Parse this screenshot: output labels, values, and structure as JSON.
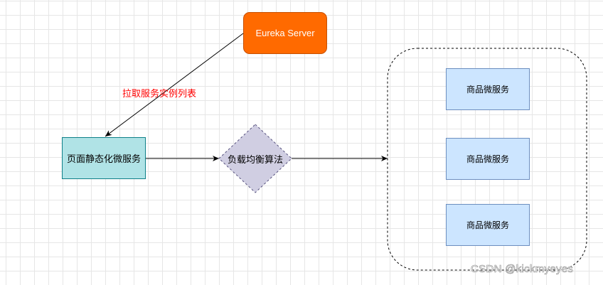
{
  "nodes": {
    "eureka_server": {
      "label": "Eureka Server",
      "fill": "#ff6a00",
      "stroke": "#c75000"
    },
    "static_service": {
      "label": "页面静态化微服务",
      "fill": "#b0e3e6",
      "stroke": "#0e8088"
    },
    "load_balancer": {
      "label": "负载均衡算法",
      "fill": "#d0cee2",
      "stroke": "#56517e"
    },
    "product_services": [
      {
        "label": "商品微服务"
      },
      {
        "label": "商品微服务"
      },
      {
        "label": "商品微服务"
      }
    ],
    "product_style": {
      "fill": "#cce5ff",
      "stroke": "#6c8ebf"
    }
  },
  "edges": {
    "fetch_instances_label": "拉取服务实例列表",
    "fetch_instances_color": "#ff0000"
  },
  "watermark": "CSDN @kickmyeyes"
}
